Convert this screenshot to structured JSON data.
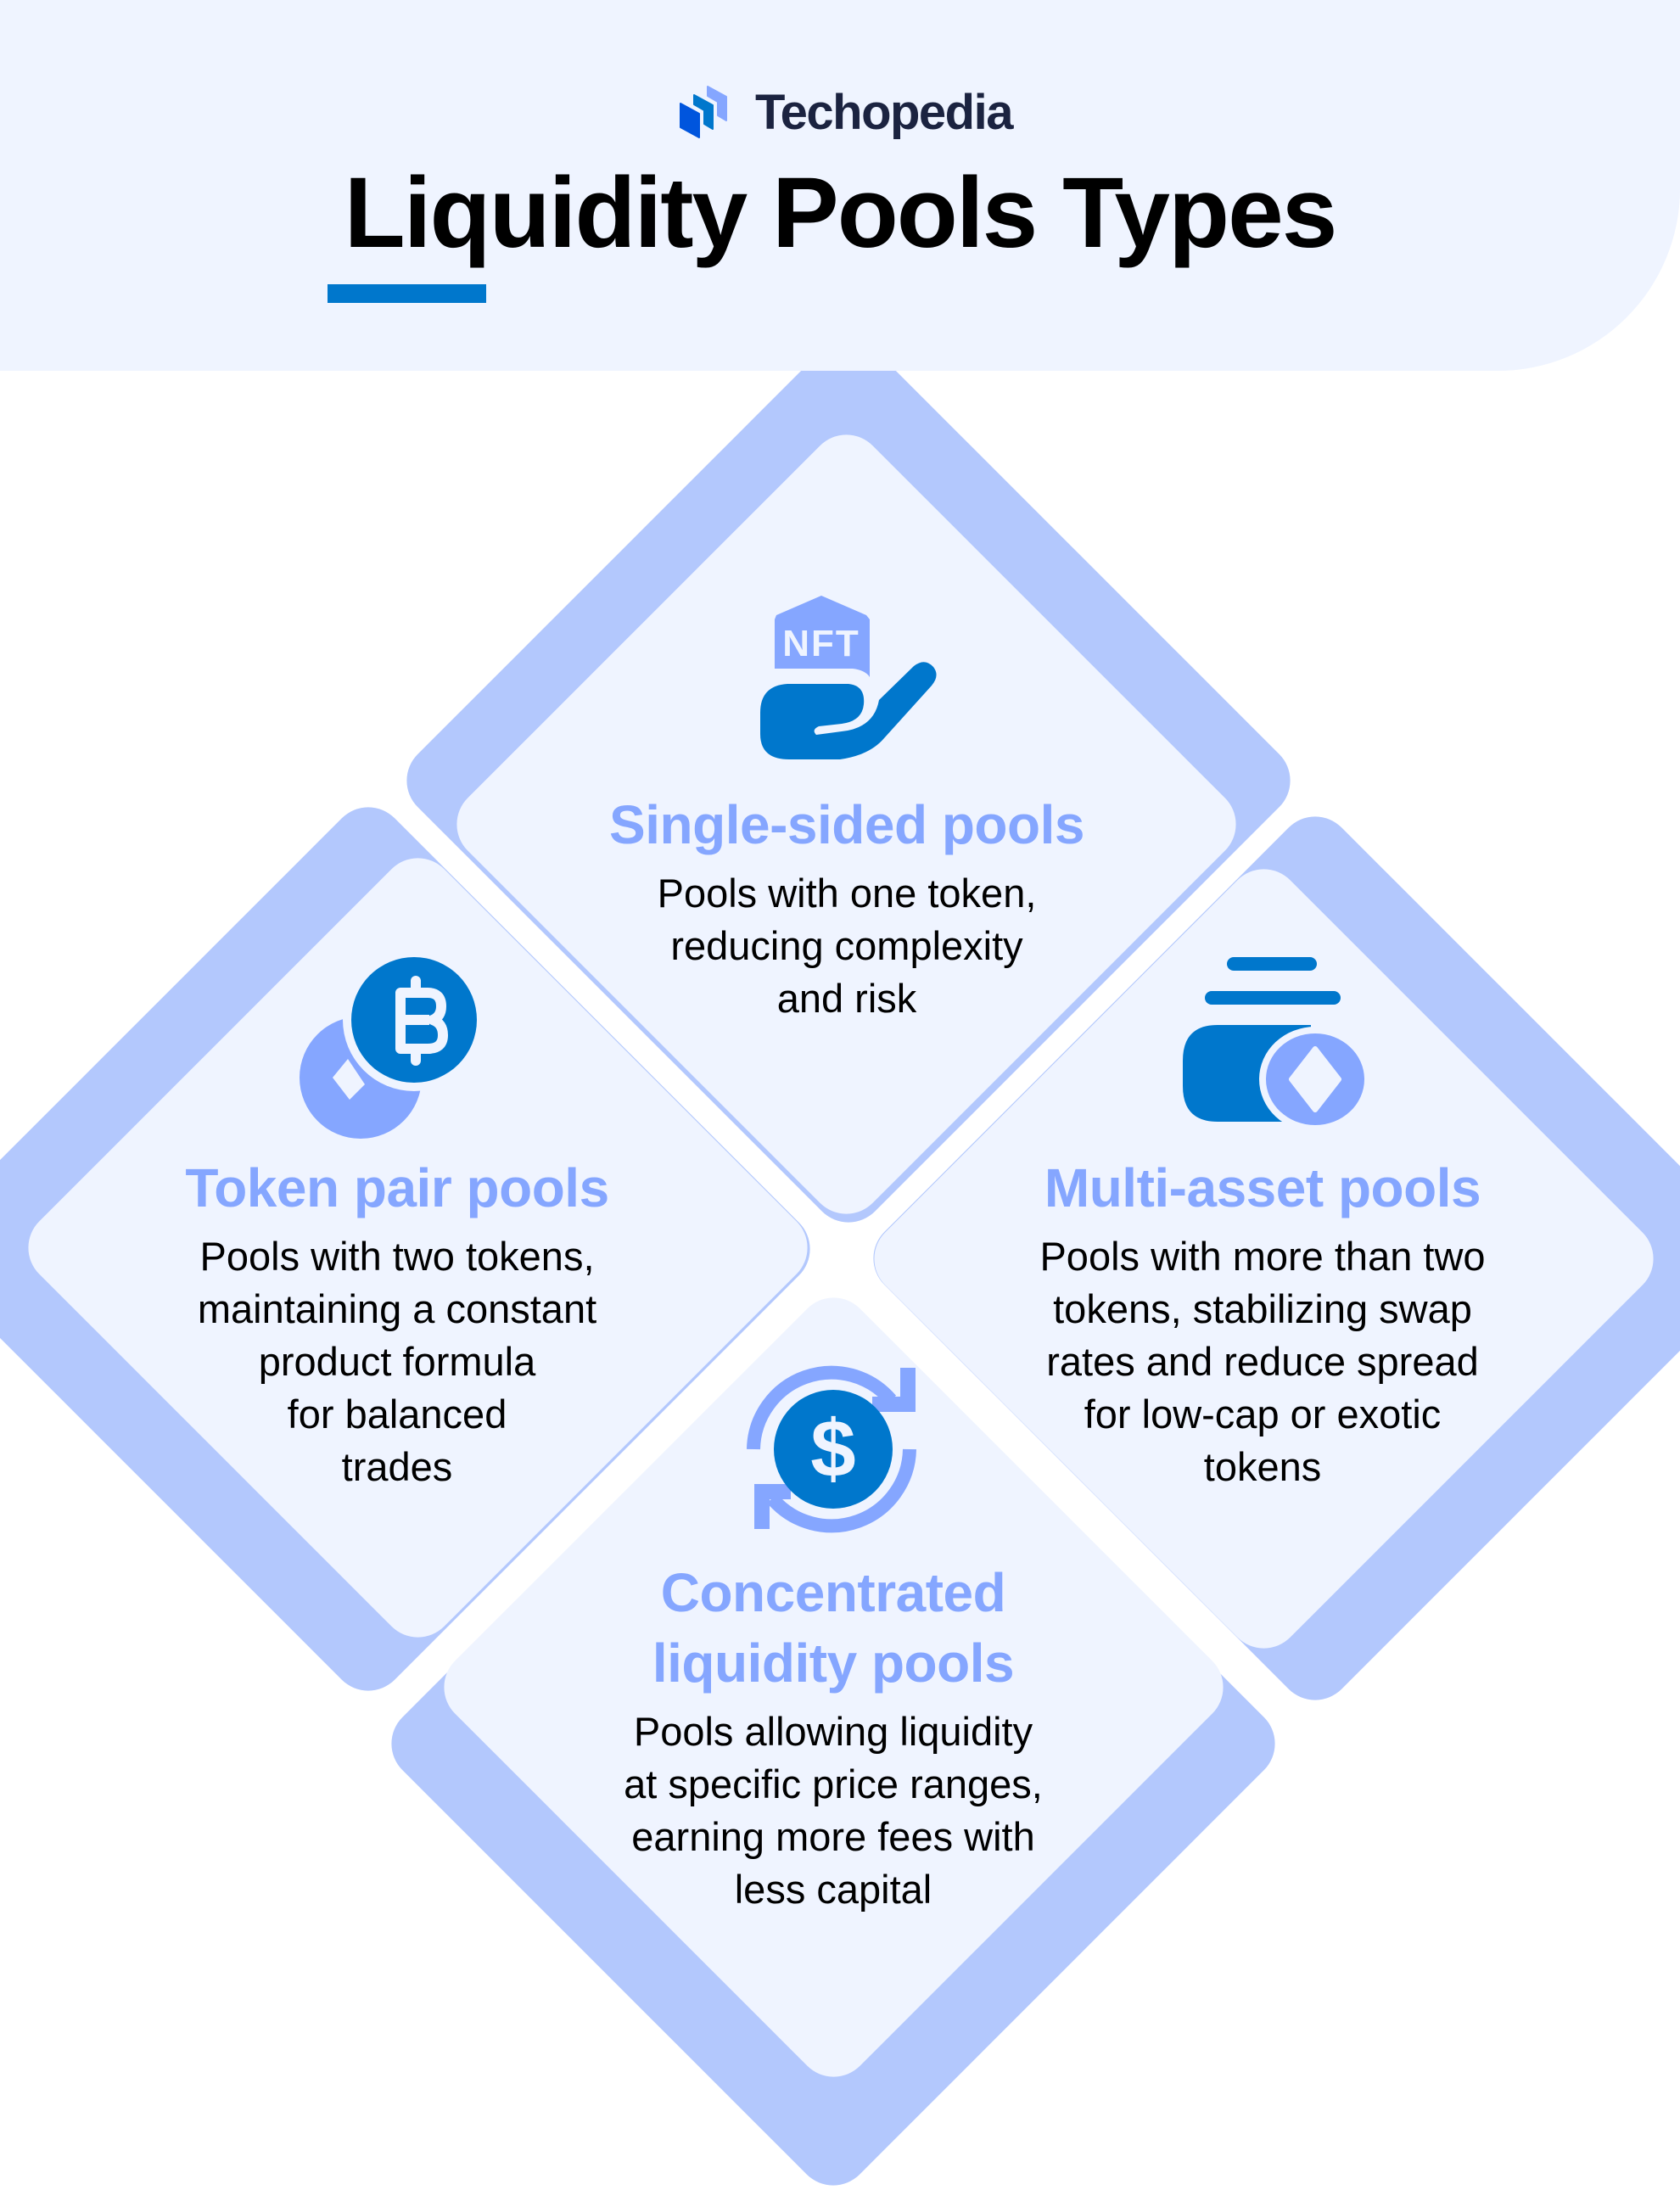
{
  "header": {
    "brand": "Techopedia",
    "title": "Liquidity Pools Types"
  },
  "colors": {
    "header_bg": "#EFF4FF",
    "accent": "#0077CC",
    "card_back": "#B3C8FD",
    "card_front": "#EFF4FF",
    "card_title": "#85A6FF",
    "icon_primary": "#0077CC",
    "icon_secondary": "#85A6FF"
  },
  "cards": [
    {
      "icon": "nft-hand-icon",
      "title_lines": [
        "Single-sided pools"
      ],
      "body_lines": [
        "Pools with one token,",
        "reducing complexity",
        "and risk"
      ]
    },
    {
      "icon": "bitcoin-coins-icon",
      "title_lines": [
        "Token pair pools"
      ],
      "body_lines": [
        "Pools with two tokens,",
        "maintaining a constant",
        "product formula",
        "for balanced",
        "trades"
      ]
    },
    {
      "icon": "multi-asset-coins-icon",
      "title_lines": [
        "Multi-asset pools"
      ],
      "body_lines": [
        "Pools with more than two",
        "tokens, stabilizing swap",
        "rates and reduce spread",
        "for low-cap or exotic",
        "tokens"
      ]
    },
    {
      "icon": "dollar-exchange-icon",
      "title_lines": [
        "Concentrated",
        "liquidity pools"
      ],
      "body_lines": [
        "Pools allowing liquidity",
        "at specific price ranges,",
        "earning more fees with",
        "less capital"
      ]
    }
  ]
}
